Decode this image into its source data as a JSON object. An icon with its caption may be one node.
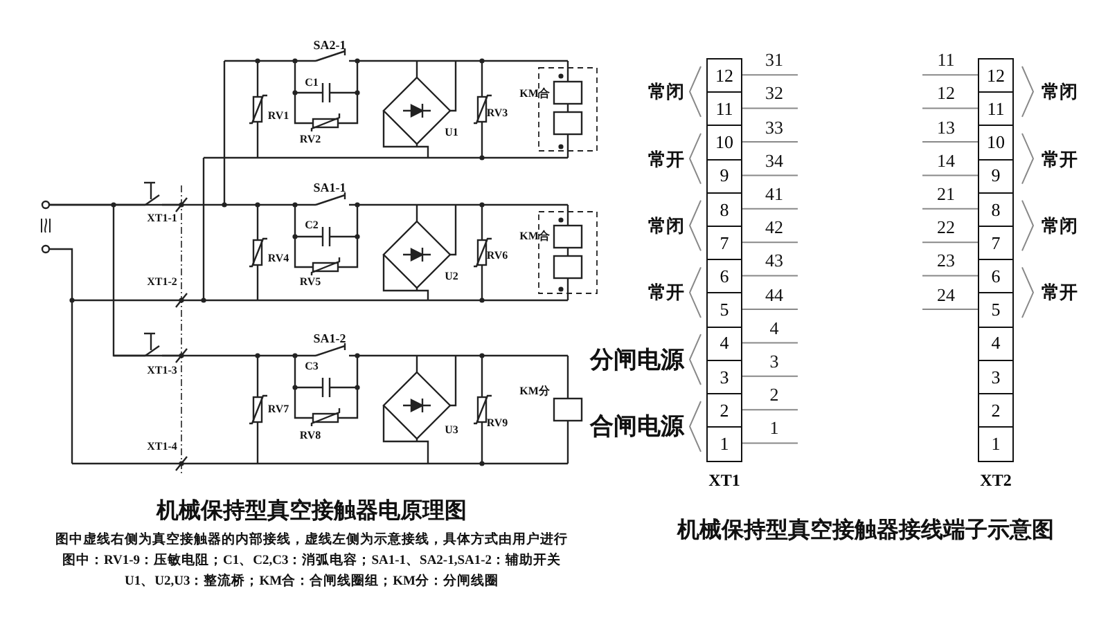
{
  "diagram": {
    "nodes": [
      {
        "text": [
          "XT1"
        ]
      },
      {
        "text": [
          "12"
        ],
        "in": 0
      },
      {
        "text": [
          "11"
        ],
        "in": 0
      },
      {
        "text": [
          "10"
        ],
        "in": 0
      },
      {
        "text": [
          "9"
        ],
        "in": 0
      },
      {
        "text": [
          "8"
        ],
        "in": 0
      },
      {
        "text": [
          "7"
        ],
        "in": 0
      },
      {
        "text": [
          "6"
        ],
        "in": 0
      },
      {
        "text": [
          "5"
        ],
        "in": 0
      },
      {
        "text": [
          "4"
        ],
        "in": 0
      },
      {
        "text": [
          "3"
        ],
        "in": 0
      },
      {
        "text": [
          "2"
        ],
        "in": 0
      },
      {
        "text": [
          "1"
        ],
        "in": 0
      },
      {
        "text": [
          "XT2"
        ]
      },
      {
        "text": [
          "12"
        ],
        "in": 13
      },
      {
        "text": [
          "11"
        ],
        "in": 13
      },
      {
        "text": [
          "10"
        ],
        "in": 13
      },
      {
        "text": [
          "9"
        ],
        "in": 13
      },
      {
        "text": [
          "8"
        ],
        "in": 13
      },
      {
        "text": [
          "7"
        ],
        "in": 13
      },
      {
        "text": [
          "6"
        ],
        "in": 13
      },
      {
        "text": [
          "5"
        ],
        "in": 13
      },
      {
        "text": [
          "4"
        ],
        "in": 13
      },
      {
        "text": [
          "3"
        ],
        "in": 13
      },
      {
        "text": [
          "2"
        ],
        "in": 13
      },
      {
        "text": [
          "1"
        ],
        "in": 13
      }
    ],
    "edges": [
      {
        "from": 1,
        "to": null,
        "arrow": "none",
        "label": "31"
      },
      {
        "from": 2,
        "to": null,
        "arrow": "none",
        "label": "32"
      },
      {
        "from": 3,
        "to": null,
        "arrow": "none",
        "label": "33"
      },
      {
        "from": 4,
        "to": null,
        "arrow": "none",
        "label": "34"
      },
      {
        "from": 5,
        "to": null,
        "arrow": "none",
        "label": "41"
      },
      {
        "from": 6,
        "to": null,
        "arrow": "none",
        "label": "42"
      },
      {
        "from": 7,
        "to": null,
        "arrow": "none",
        "label": "43"
      },
      {
        "from": 8,
        "to": null,
        "arrow": "none",
        "label": "44"
      },
      {
        "from": 9,
        "to": null,
        "arrow": "none",
        "label": "4"
      },
      {
        "from": 10,
        "to": null,
        "arrow": "none",
        "label": "3"
      },
      {
        "from": 11,
        "to": null,
        "arrow": "none",
        "label": "2"
      },
      {
        "from": 12,
        "to": null,
        "arrow": "none",
        "label": "1"
      },
      {
        "from": null,
        "to": 14,
        "arrow": "none",
        "label": "11"
      },
      {
        "from": null,
        "to": 15,
        "arrow": "none",
        "label": "12"
      },
      {
        "from": null,
        "to": 16,
        "arrow": "none",
        "label": "13"
      },
      {
        "from": null,
        "to": 17,
        "arrow": "none",
        "label": "14"
      },
      {
        "from": null,
        "to": 18,
        "arrow": "none",
        "label": "21"
      },
      {
        "from": null,
        "to": 19,
        "arrow": "none",
        "label": "22"
      },
      {
        "from": null,
        "to": 20,
        "arrow": "none",
        "label": "23"
      },
      {
        "from": null,
        "to": 21,
        "arrow": "none",
        "label": "24"
      }
    ],
    "labels": [
      "SA2-1",
      "C1",
      "RV1",
      "RV2",
      "U1",
      "RV3",
      "KM合",
      "XT1-1",
      "SA1-1",
      "C2",
      "RV4",
      "RV5",
      "U2",
      "RV6",
      "KM合",
      "XT1-2",
      "XT1-3",
      "SA1-2",
      "C3",
      "RV7",
      "RV8",
      "U3",
      "RV9",
      "KM分",
      "XT1-4",
      "常闭",
      "常开",
      "常闭",
      "常开",
      "分闸电源",
      "合闸电源",
      "常闭",
      "常开",
      "常闭",
      "常开",
      "机械保持型真空接触器电原理图",
      "图中虚线右侧为真空接触器的内部接线，虚线左侧为示意接线，具体方式由用户进行",
      "图中：RV1-9：压敏电阻；C1、C2,C3：消弧电容；SA1-1、SA2-1,SA1-2：辅助开关",
      "U1、U2,U3：整流桥；KM合：合闸线圈组；KM分：分闸线圈",
      "机械保持型真空接触器接线端子示意图"
    ]
  }
}
